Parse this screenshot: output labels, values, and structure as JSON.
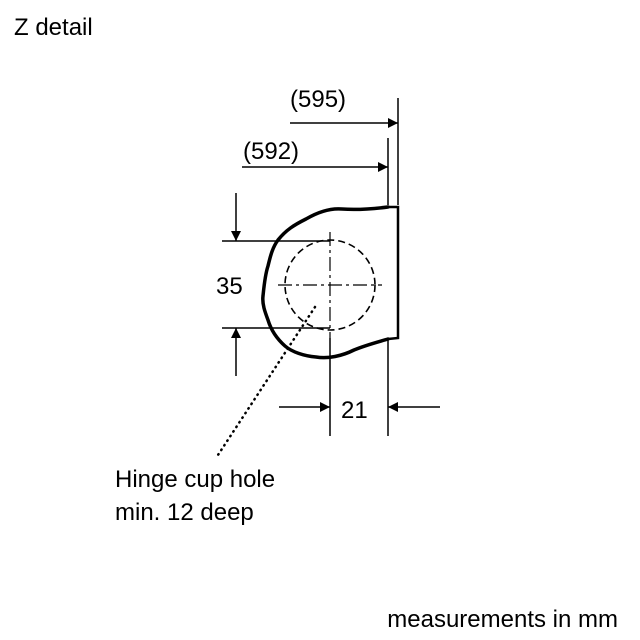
{
  "title": "Z detail",
  "dimensions": {
    "outer_width": "(595)",
    "inner_width": "(592)",
    "hole_diameter": "35",
    "hole_offset": "21"
  },
  "callout": {
    "line1": "Hinge cup hole",
    "line2": "min. 12 deep"
  },
  "units_note": "measurements in mm"
}
